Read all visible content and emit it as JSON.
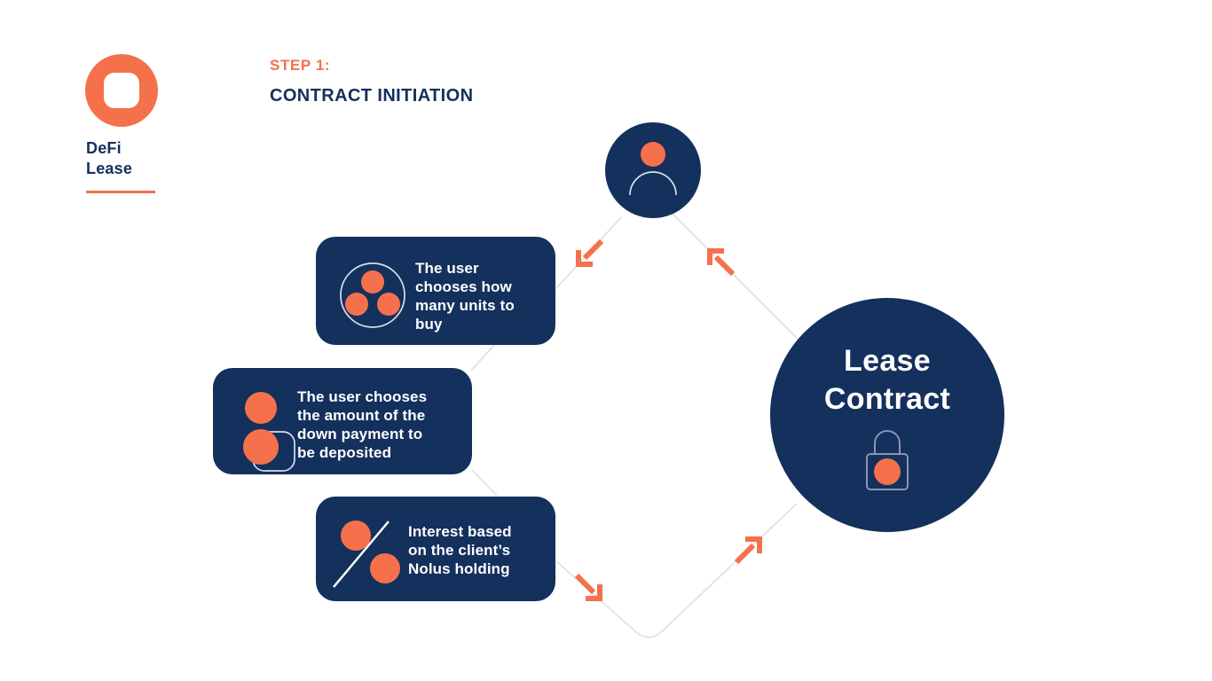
{
  "colors": {
    "navy": "#14305C",
    "orange": "#F4714B",
    "line": "#E2E2E4",
    "stroke": "#D9DEEC",
    "lock": "#8B94B1",
    "text_light": "#FFFFFF"
  },
  "logo": {
    "line1": "DeFi",
    "line2": "Lease"
  },
  "header": {
    "step_label": "STEP 1:",
    "title": "CONTRACT INITIATION"
  },
  "diagram": {
    "user_node": {
      "icon": "user-icon"
    },
    "cards": [
      {
        "icon": "units-icon",
        "text": "The user chooses how many units to buy"
      },
      {
        "icon": "down-payment-icon",
        "text": "The user chooses the amount of the down payment to be deposited"
      },
      {
        "icon": "percent-icon",
        "text": "Interest based on the client’s Nolus holding"
      }
    ],
    "lease_node": {
      "label_line1": "Lease",
      "label_line2": "Contract",
      "icon": "lock-icon"
    },
    "flow": [
      "user → units card",
      "units card → down payment card",
      "down payment card → interest card",
      "interest card → lease contract",
      "lease contract → user"
    ]
  }
}
